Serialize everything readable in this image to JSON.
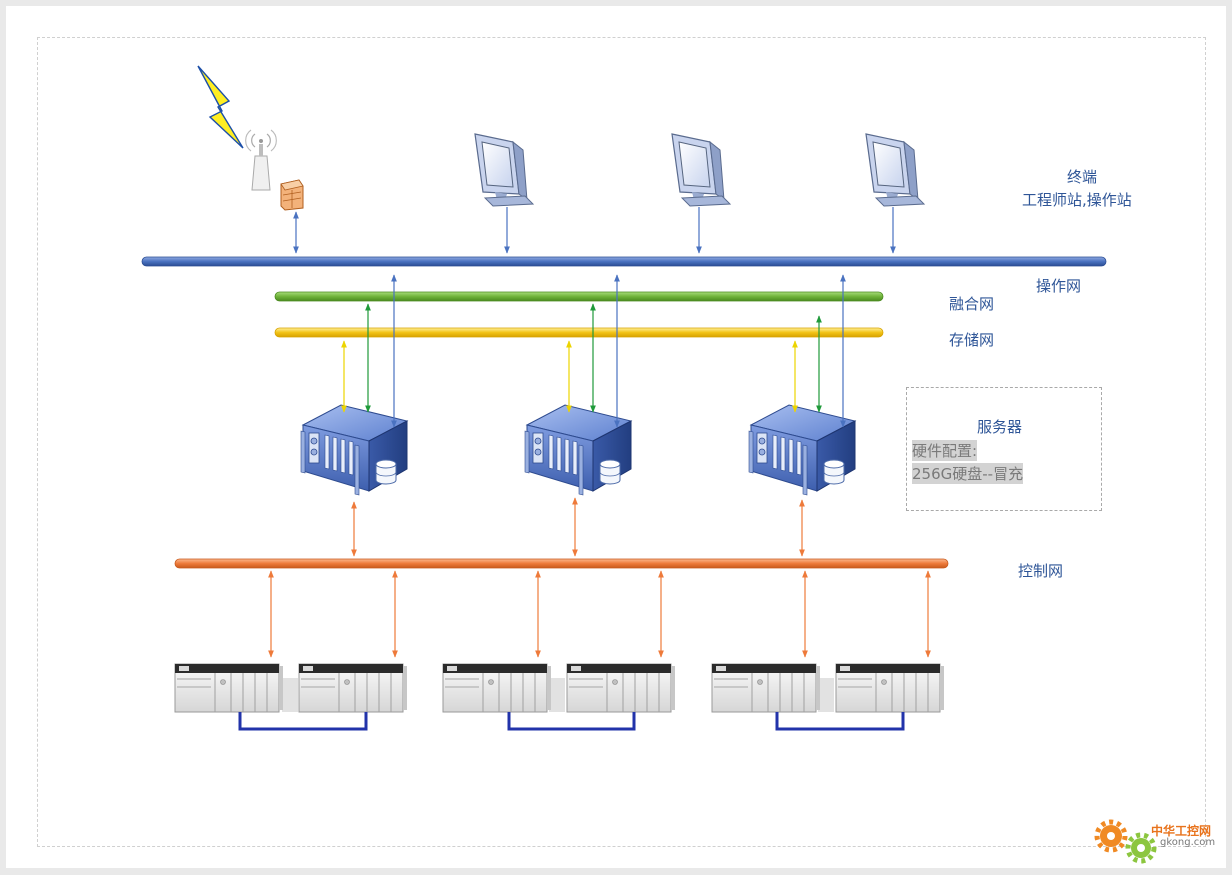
{
  "terminal": {
    "title": "终端",
    "subtitle": "工程师站,操作站"
  },
  "networks": {
    "operation": "操作网",
    "fusion": "融合网",
    "storage": "存储网",
    "control": "控制网"
  },
  "server_box": {
    "title": "服务器",
    "line1": "硬件配置:",
    "line2": "256G硬盘--冒充"
  },
  "watermark": {
    "brand": "中华工控网",
    "site": "gkong.com"
  },
  "colors": {
    "operation_bus": "#4a72c0",
    "fusion_bus": "#6fb33a",
    "storage_bus": "#f2c316",
    "control_bus": "#ee7a3a",
    "label_text": "#2e5597",
    "lightning": "#ffee22"
  },
  "icons": [
    "lightning-icon",
    "wireless-antenna-icon",
    "firewall-icon",
    "monitor-icon",
    "server-icon",
    "database-icon",
    "plc-rack-icon",
    "gear-icon"
  ]
}
